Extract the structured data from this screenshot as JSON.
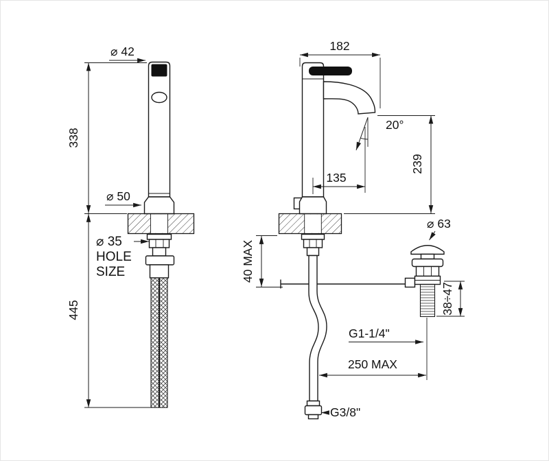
{
  "drawing": {
    "front": {
      "top_diameter": "⌀ 42",
      "body_height": "338",
      "base_diameter": "⌀ 50",
      "hole_diameter": "⌀ 35",
      "hole_word1": "HOLE",
      "hole_word2": "SIZE",
      "hose_length": "445"
    },
    "side": {
      "depth": "182",
      "angle": "20°",
      "reach": "135",
      "spout_height": "239",
      "deck_max": "40 MAX",
      "drain_diameter": "⌀ 63",
      "drain_range": "38÷47",
      "drain_thread": "G1-1/4\"",
      "reach_max": "250 MAX",
      "inlet_thread": "G3/8\""
    }
  }
}
